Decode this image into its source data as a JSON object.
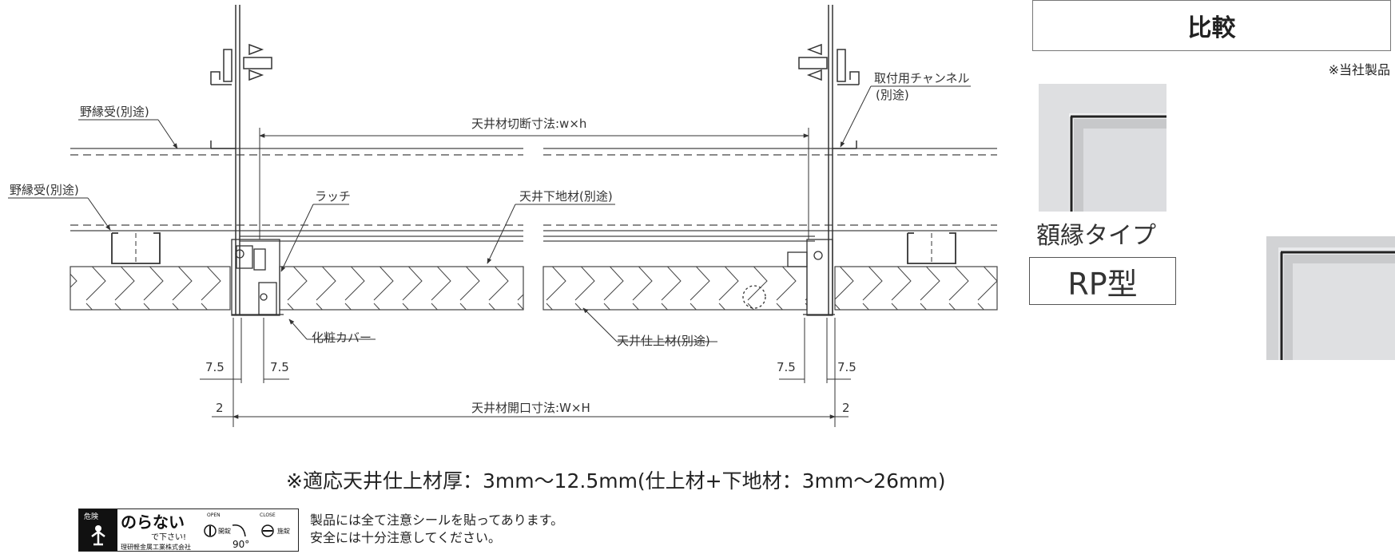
{
  "diagram": {
    "labels": {
      "nobuchi_top": "野縁受(別途)",
      "nobuchi_left": "野縁受(別途)",
      "channel_line1": "取付用チャンネル",
      "channel_line2": "(別途)",
      "cut_size": "天井材切断寸法:w×h",
      "latch": "ラッチ",
      "substrate": "天井下地材(別途)",
      "cosmetic_cover": "化粧カバー",
      "finish": "天井仕上材(別途)",
      "dim_7_5": "7.5",
      "dim_2": "2",
      "opening_size": "天井材開口寸法:W×H"
    }
  },
  "comparison": {
    "header": "比較",
    "company_note": "※当社製品",
    "frame_type": "額縁タイプ",
    "model": "RP型"
  },
  "notes": {
    "thickness": "※適応天井仕上材厚：3mm〜12.5mm(仕上材+下地材：3mm〜26mm)",
    "seal_line1": "製品には全て注意シールを貼ってあります。",
    "seal_line2": "安全には十分注意してください。"
  },
  "seal": {
    "danger": "危険",
    "main": "のらない",
    "sub": "で下さい!",
    "company": "理研軽金属工業株式会社",
    "open": "OPEN",
    "open_kanji": "開錠",
    "close": "CLOSE",
    "close_kanji": "施錠",
    "angle": "90°"
  }
}
